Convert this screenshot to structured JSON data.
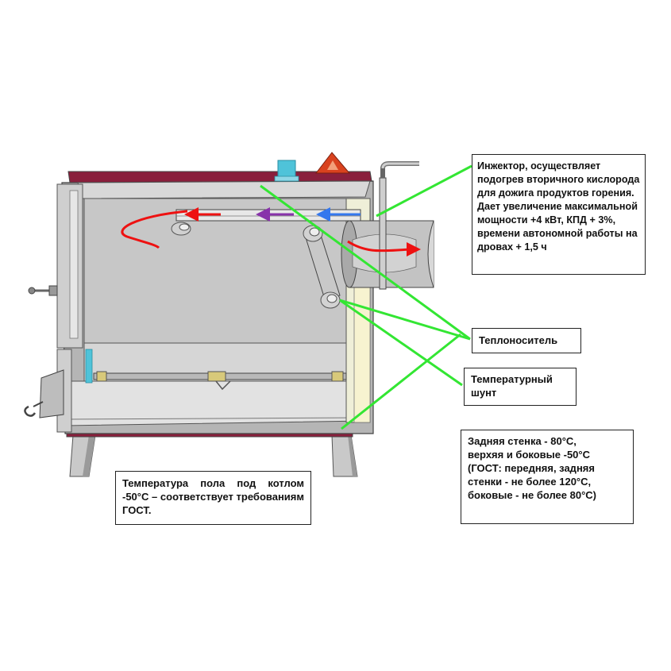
{
  "callouts": {
    "injector": "Инжектор, осуществляет подогрев вторичного кислорода для дожига продуктов горения. Дает увеличение максимальной мощности +4 кВт, КПД + 3%, времени автономной работы на дровах + 1,5 ч",
    "coolant": "Теплоноситель",
    "shunt": "Температурный\nшунт",
    "back_wall": "Задняя стенка - 80°С,\nверхяя и боковые -50°С\n(ГОСТ: передняя, задняя\nстенки - не более 120°С,\nбоковые - не более 80°С)",
    "floor": "Температура пола под котлом -50°С – соответствует требованиям ГОСТ."
  },
  "colors": {
    "leader": "#33e633",
    "flame_arrow": "#ee1111",
    "purple_arrow": "#8833aa",
    "blue_arrow": "#3377ee",
    "body_gray": "#b5b5b5",
    "chamber_gray": "#c7c7c7",
    "maroon": "#8a1f3c",
    "cyan": "#4fc3d9"
  }
}
